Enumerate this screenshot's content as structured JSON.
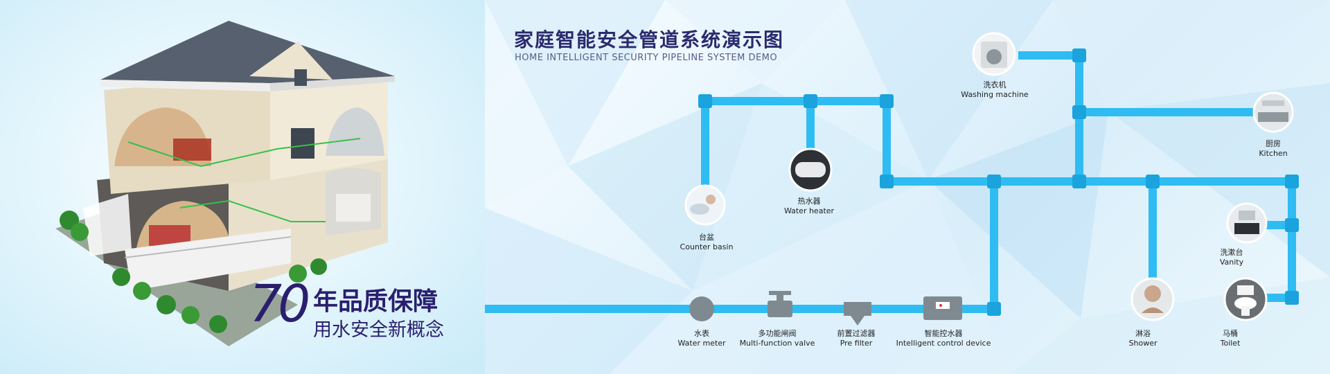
{
  "title": {
    "cn": "家庭智能安全管道系统演示图",
    "en": "HOME INTELLIGENT SECURITY PIPELINE SYSTEM DEMO"
  },
  "slogan": {
    "years": "70",
    "line1": "年品质保障",
    "line2": "用水安全新概念"
  },
  "colors": {
    "pipe": "#2fbcf2",
    "pipe_dark": "#1aa3dc",
    "title": "#2a2a6e",
    "device": "#7f8a90"
  },
  "devices": {
    "water_meter": {
      "cn": "水表",
      "en": "Water meter",
      "icon": "water-meter-icon"
    },
    "valve": {
      "cn": "多功能闸阀",
      "en": "Multi-function valve",
      "icon": "valve-icon"
    },
    "pre_filter": {
      "cn": "前置过滤器",
      "en": "Pre filter",
      "icon": "filter-icon"
    },
    "control": {
      "cn": "智能控水器",
      "en": "Intelligent control device",
      "icon": "control-box-icon"
    }
  },
  "rooms": {
    "counter_basin": {
      "cn": "台盆",
      "en": "Counter basin"
    },
    "water_heater": {
      "cn": "热水器",
      "en": "Water heater"
    },
    "washing_machine": {
      "cn": "洗衣机",
      "en": "Washing machine"
    },
    "kitchen": {
      "cn": "厨房",
      "en": "Kitchen"
    },
    "vanity": {
      "cn": "洗漱台",
      "en": "Vanity"
    },
    "shower": {
      "cn": "淋浴",
      "en": "Shower"
    },
    "toilet": {
      "cn": "马桶",
      "en": "Toilet"
    }
  }
}
